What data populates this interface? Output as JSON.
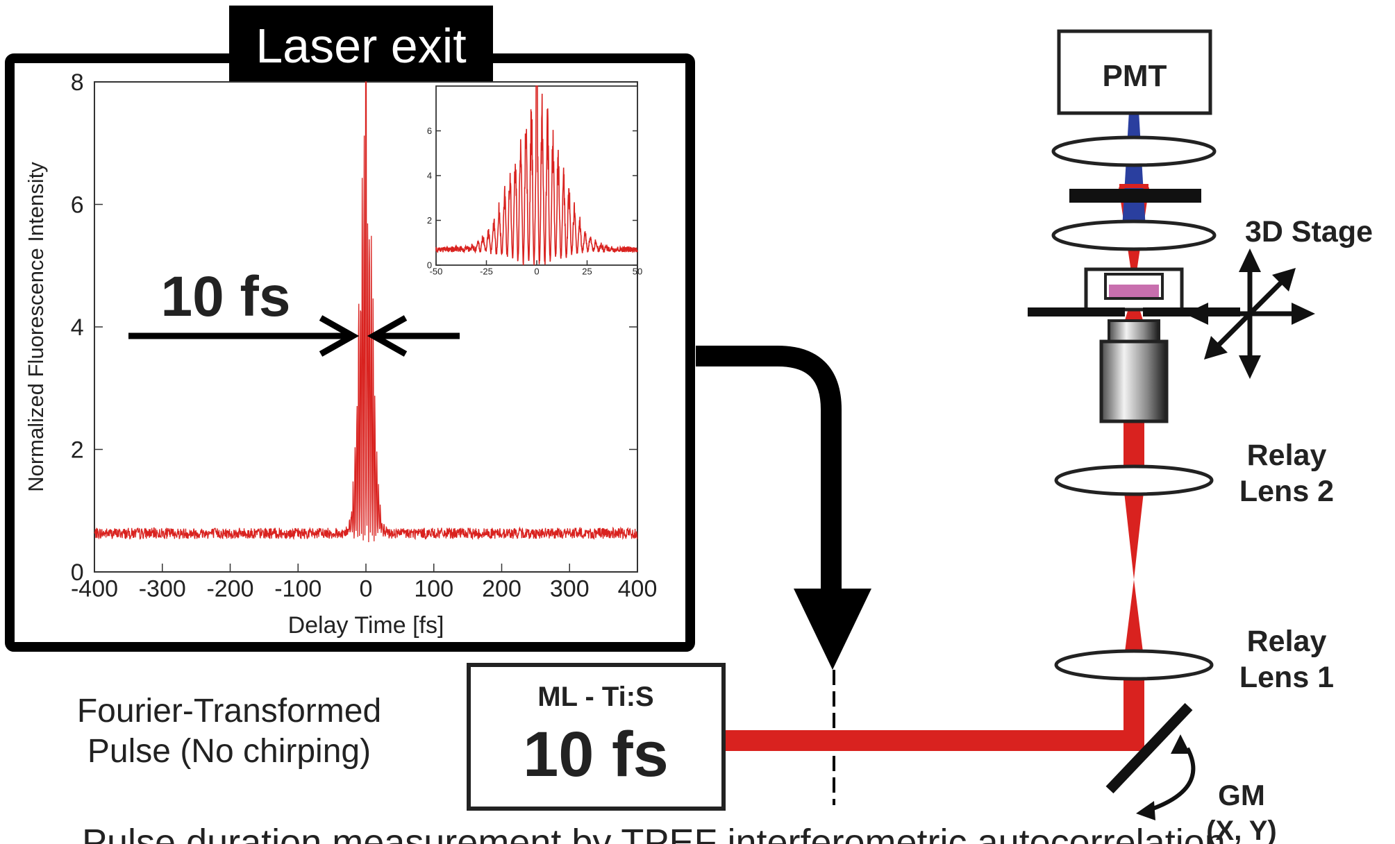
{
  "laser_exit_label": "Laser exit",
  "pulse_width_annotation": "10 fs",
  "laser_caption": {
    "line1": "Fourier-Transformed",
    "line2": "Pulse (No chirping)"
  },
  "laser_box": {
    "line1": "ML - Ti:S",
    "line2": "10 fs"
  },
  "components": {
    "pmt": "PMT",
    "stage": "3D Stage",
    "relay2_line1": "Relay",
    "relay2_line2": "Lens 2",
    "relay1_line1": "Relay",
    "relay1_line2": "Lens 1",
    "gm_line1": "GM",
    "gm_line2": "(X, Y)"
  },
  "bottom_text": "Pulse duration measurement by TPEF interferometric autocorrelation",
  "colors": {
    "beam": "#d9221f",
    "fluorescence": "#2a3f9f",
    "sample": "#c86fae",
    "frame": "#000000"
  },
  "chart_data": [
    {
      "type": "line",
      "xlabel": "Delay Time [fs]",
      "ylabel": "Normalized Fluorescence Intensity",
      "xlim": [
        -400,
        400
      ],
      "ylim": [
        0,
        8
      ],
      "xticks": [
        -400,
        -300,
        -200,
        -100,
        0,
        100,
        200,
        300,
        400
      ],
      "yticks": [
        0,
        2,
        4,
        6,
        8
      ],
      "baseline": 0.63,
      "peak": 8,
      "fwhm_fs": 10,
      "series": [
        {
          "color": "#d9221f"
        }
      ]
    },
    {
      "type": "line",
      "inset": true,
      "xlim": [
        -50,
        50
      ],
      "ylim": [
        0,
        8
      ],
      "xticks": [
        -50,
        -25,
        0,
        25,
        50
      ],
      "yticks": [
        0,
        2,
        4,
        6
      ],
      "baseline": 0.7,
      "peak": 8,
      "series": [
        {
          "color": "#d9221f"
        }
      ]
    }
  ]
}
